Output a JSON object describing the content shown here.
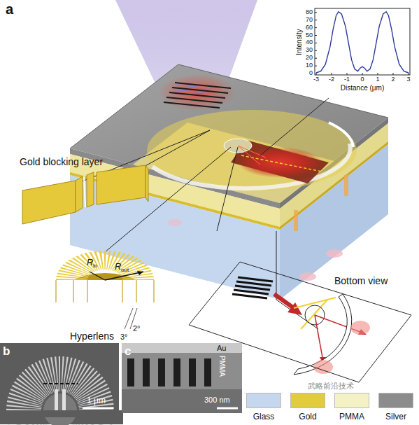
{
  "diagram": {
    "nodes": [
      {
        "text": [
          "Bottom view"
        ]
      },
      {
        "text": [
          "b",
          "1 μm"
        ]
      },
      {
        "text": [
          "c",
          "Au",
          "PMMA",
          "300 nm"
        ]
      }
    ],
    "labels": [
      "a",
      "80",
      "70",
      "60",
      "50",
      "40",
      "30",
      "20",
      "10",
      "0",
      "-3",
      "-2",
      "-1",
      "0",
      "1",
      "2",
      "3",
      "Intensity",
      "Distance (μm)",
      "Gold blocking layer",
      "R",
      "in",
      "R",
      "out",
      "Hyperlens",
      "2°",
      "3°",
      "武略前沿技术"
    ],
    "legend": [
      {
        "text": "Glass",
        "color": "#c5d7ee"
      },
      {
        "text": "Gold",
        "color": "#e3cc3c"
      },
      {
        "text": "PMMA",
        "color": "#f4f1c4"
      },
      {
        "text": "Silver",
        "color": "#8c8c8c"
      }
    ]
  }
}
